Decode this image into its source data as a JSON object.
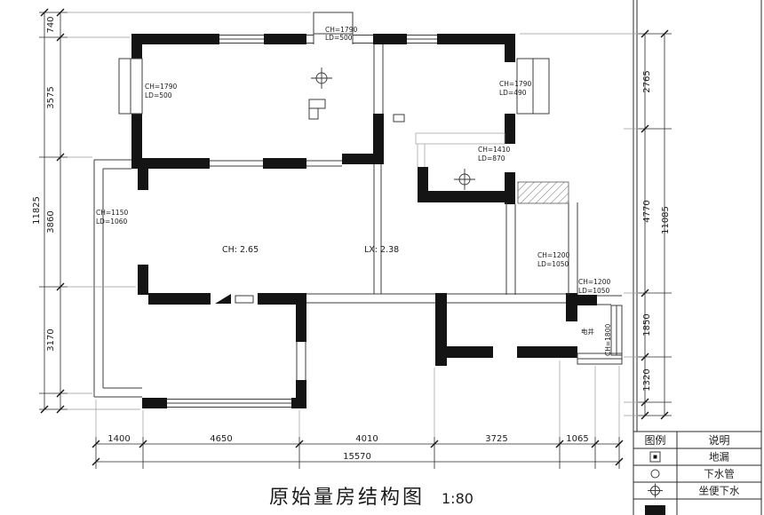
{
  "title": {
    "text": "原始量房结构图",
    "scale": "1:80"
  },
  "dimensions": {
    "left": [
      "740",
      "3575",
      "3860",
      "3170"
    ],
    "left_total": "11825",
    "right": [
      "2765",
      "4770",
      "1850",
      "1320"
    ],
    "right_total": "11085",
    "bottom": [
      "1400",
      "4650",
      "4010",
      "3725",
      "1065"
    ],
    "bottom_total": "15570"
  },
  "annotations": {
    "top_center_window": {
      "ch": "CH=1790",
      "ld": "LD=500"
    },
    "left_window": {
      "ch": "CH=1790",
      "ld": "LD=500"
    },
    "right_top_window": {
      "ch": "CH=1790",
      "ld": "LD=490"
    },
    "mid_right_opening": {
      "ch": "CH=1410",
      "ld": "LD=870"
    },
    "left_wall_opening": {
      "ch": "CH=1150",
      "ld": "LD=1060"
    },
    "ceiling_height": "CH: 2.65",
    "beam_height": "LX: 2.38",
    "shaft_upper": {
      "ch": "CH=1200",
      "ld": "LD=1050"
    },
    "shaft_lower": {
      "ch": "CH=1200",
      "ld": "LD=1050"
    },
    "electric_shaft_label": "电井",
    "electric_shaft_height": "CH=1800"
  },
  "legend": {
    "headers": [
      "图例",
      "说明"
    ],
    "rows": [
      {
        "icon": "floor-drain-icon",
        "label": "地漏"
      },
      {
        "icon": "drain-pipe-icon",
        "label": "下水管"
      },
      {
        "icon": "toilet-drain-icon",
        "label": "坐便下水"
      }
    ]
  }
}
